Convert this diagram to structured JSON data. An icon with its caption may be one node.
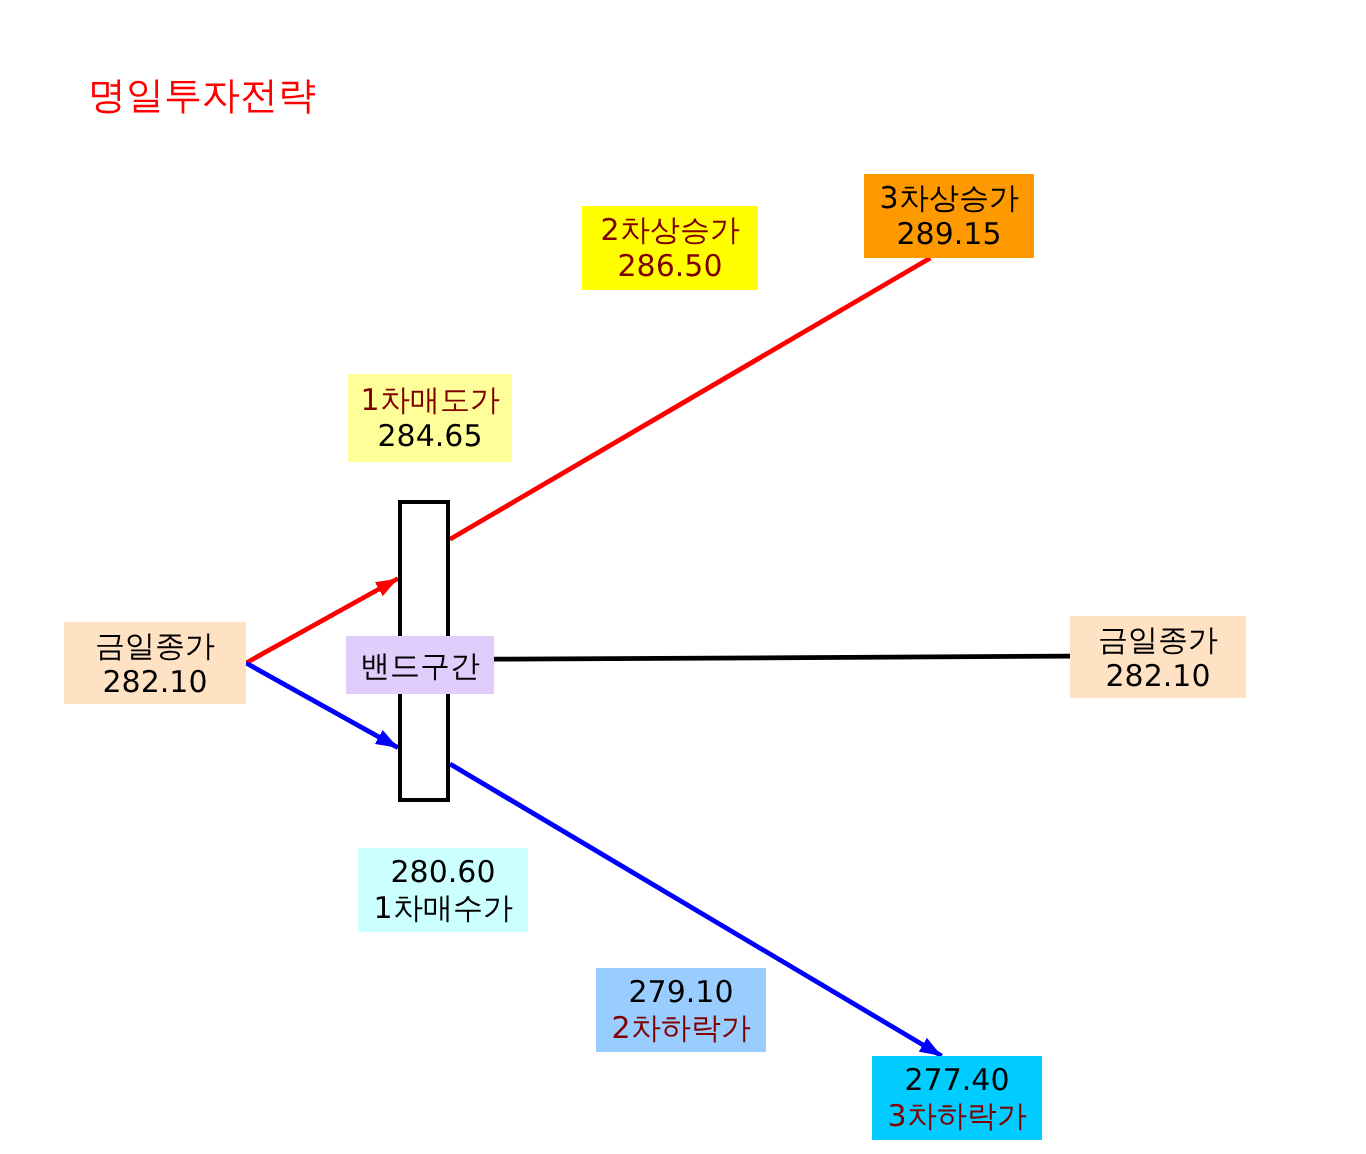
{
  "diagram": {
    "title": "명일투자전략",
    "nodes": [
      {
        "text": [
          "금일종가",
          "282.10"
        ]
      },
      {
        "text": [
          "1차매도가",
          "284.65"
        ]
      },
      {
        "text": [
          "2차상승가",
          "286.50"
        ]
      },
      {
        "text": [
          "3차상승가",
          "289.15"
        ]
      },
      {
        "text": [],
        "shape": "bar"
      },
      {
        "text": [
          "밴드구간"
        ]
      },
      {
        "text": [
          "금일종가",
          "282.10"
        ]
      },
      {
        "text": [
          "280.60",
          "1차매수가"
        ]
      },
      {
        "text": [
          "279.10",
          "2차하락가"
        ]
      },
      {
        "text": [
          "277.40",
          "3차하락가"
        ]
      }
    ],
    "edges": [
      {
        "from": 0,
        "to": 4,
        "arrow": "to",
        "color": "#ff0000"
      },
      {
        "from": 0,
        "to": 4,
        "arrow": "to",
        "color": "#0000ff"
      },
      {
        "from": 4,
        "to": 3,
        "arrow": "none",
        "color": "#ff0000"
      },
      {
        "from": 4,
        "to": 9,
        "arrow": "to",
        "color": "#0000ff"
      },
      {
        "from": 5,
        "to": 6,
        "arrow": "none",
        "color": "#000000"
      }
    ]
  }
}
